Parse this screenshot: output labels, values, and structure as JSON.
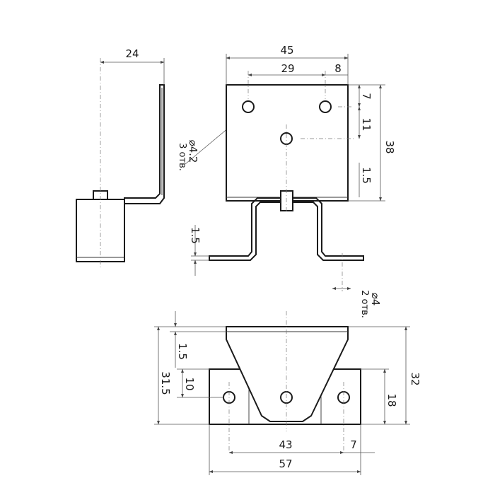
{
  "dimensions": {
    "side_width": "24",
    "front_width": "45",
    "hole_spacing": "29",
    "hole_edge": "8",
    "top_offset": "7",
    "hole_vertical": "11",
    "front_height": "38",
    "thickness_right": "1.5",
    "thickness_left": "1.5",
    "bottom_thickness": "1.5",
    "bottom_height_left": "31.5",
    "bottom_step": "10",
    "bottom_height_right": "32",
    "base_height": "18",
    "base_hole_spacing": "43",
    "base_hole_edge": "7",
    "base_width": "57"
  },
  "notes": {
    "hole_top_dia": "⌀4.2",
    "hole_top_count": "3 отв.",
    "hole_base_dia": "⌀4",
    "hole_base_count": "2 отв."
  }
}
